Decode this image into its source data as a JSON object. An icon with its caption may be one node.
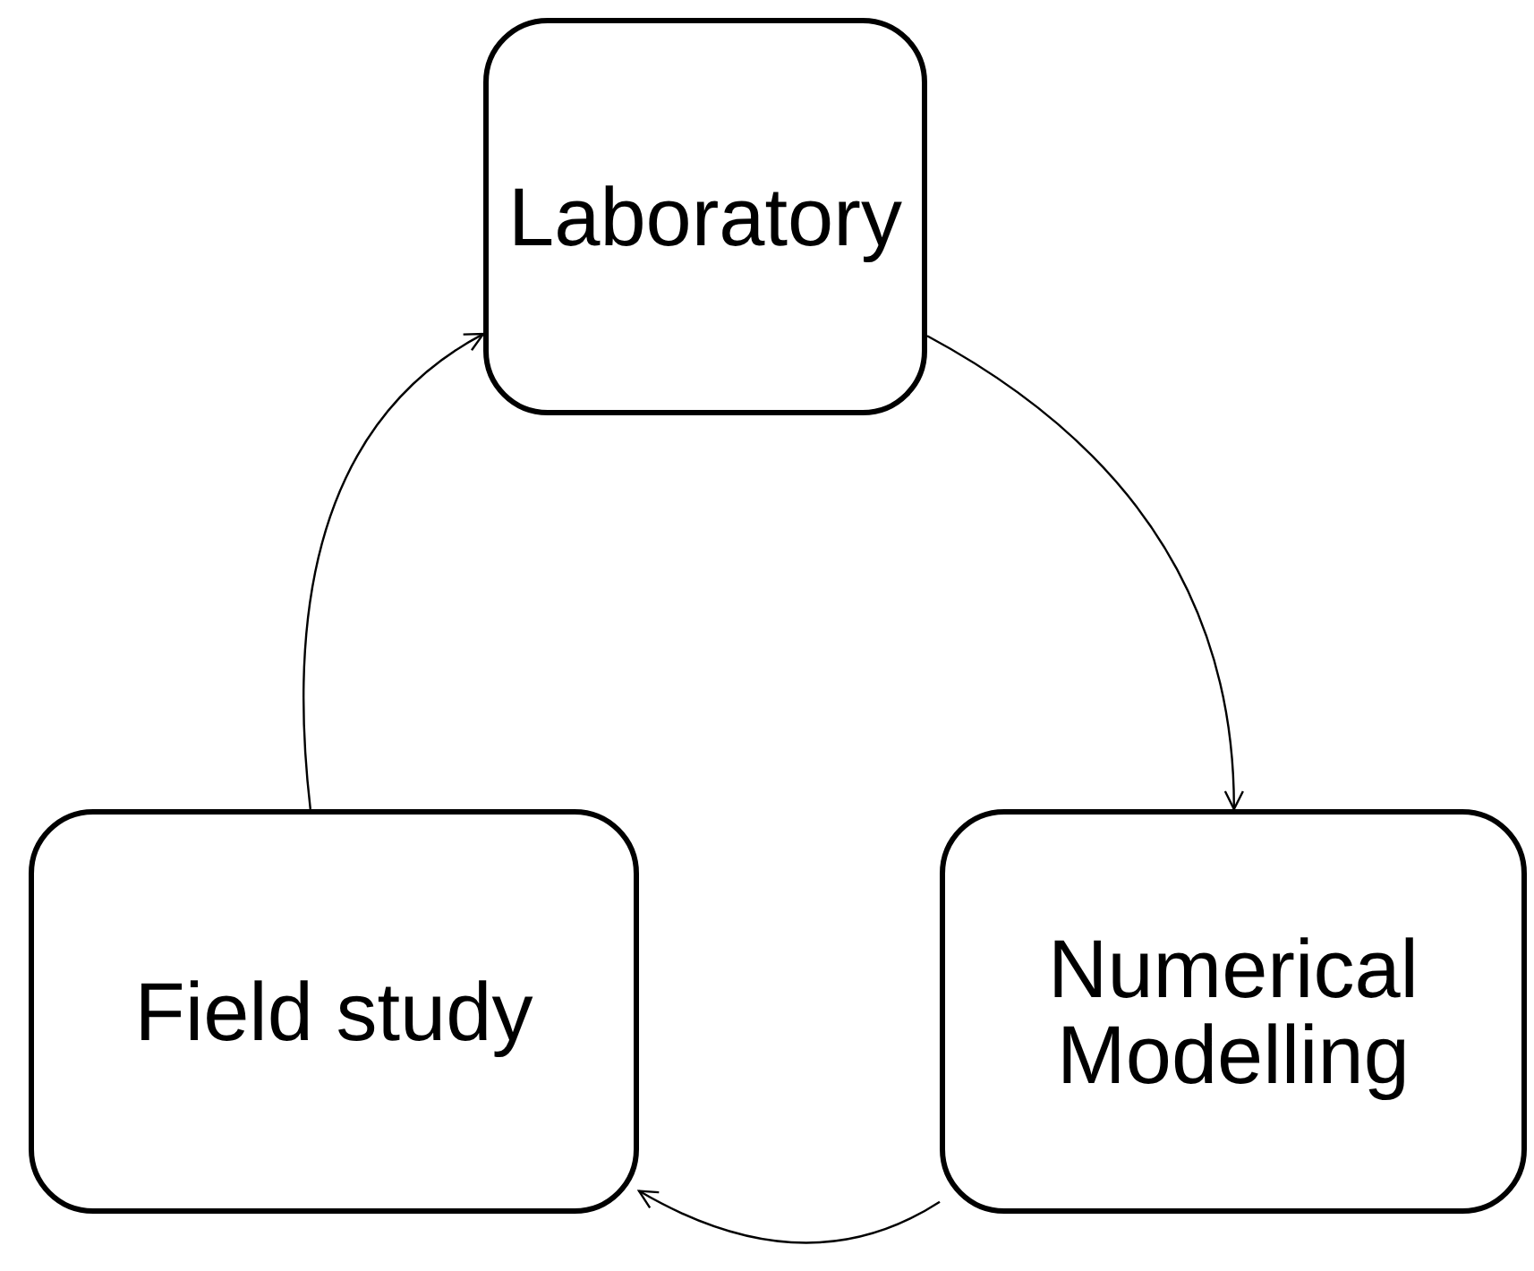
{
  "diagram": {
    "nodes": [
      {
        "text": [
          "Laboratory"
        ]
      },
      {
        "text": [
          "Numerical Modelling"
        ]
      },
      {
        "text": [
          "Field study"
        ]
      }
    ],
    "edges": [
      {
        "from": 0,
        "to": 1,
        "arrow": "to"
      },
      {
        "from": 1,
        "to": 2,
        "arrow": "to"
      },
      {
        "from": 2,
        "to": 0,
        "arrow": "to"
      }
    ]
  }
}
